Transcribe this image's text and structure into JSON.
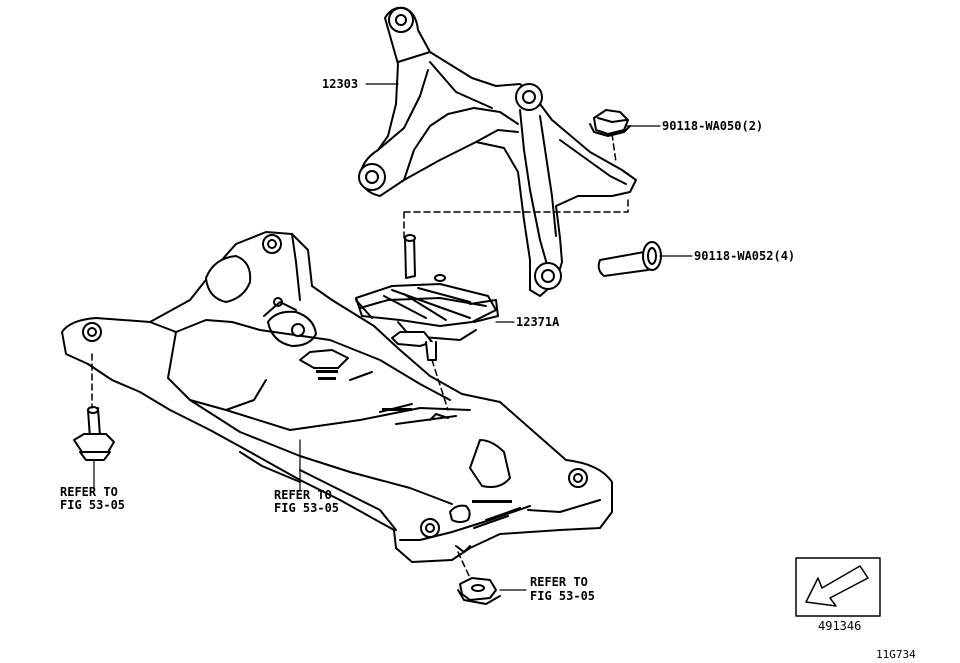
{
  "parts": {
    "bracket_upper": "12303",
    "bolt_small": "90118-WA050(2)",
    "bolt_long": "90118-WA052(4)",
    "insulator": "12371A"
  },
  "refer_left": {
    "line1": "REFER TO",
    "line2": "FIG 53-05"
  },
  "refer_center": {
    "line1": "REFER TO",
    "line2": "FIG 53-05"
  },
  "refer_bottom": {
    "line1": "REFER TO",
    "line2": "FIG 53-05"
  },
  "front_arrow": {
    "number": "491346",
    "icon": "front-direction-arrow-icon"
  },
  "figure_code": "11G734"
}
